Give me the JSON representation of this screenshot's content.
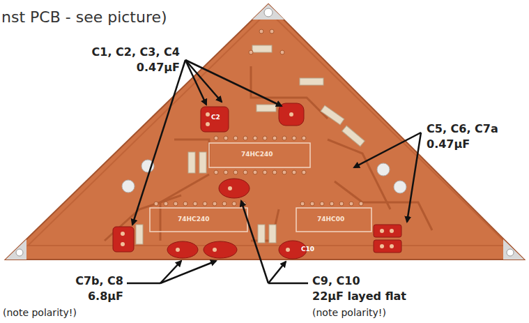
{
  "diagram": {
    "labels": [
      "nst PCB - see picture)",
      "C1, C2, C3, C4",
      "0.47µF",
      "C5, C6, C7a",
      "0.47µF",
      "C7b, C8",
      "6.8µF",
      "(note polarity!)",
      "C9, C10",
      "22µF layed flat",
      "(note polarity!)",
      "C2",
      "74HC240",
      "74HC240",
      "74HC00",
      "C10"
    ]
  }
}
